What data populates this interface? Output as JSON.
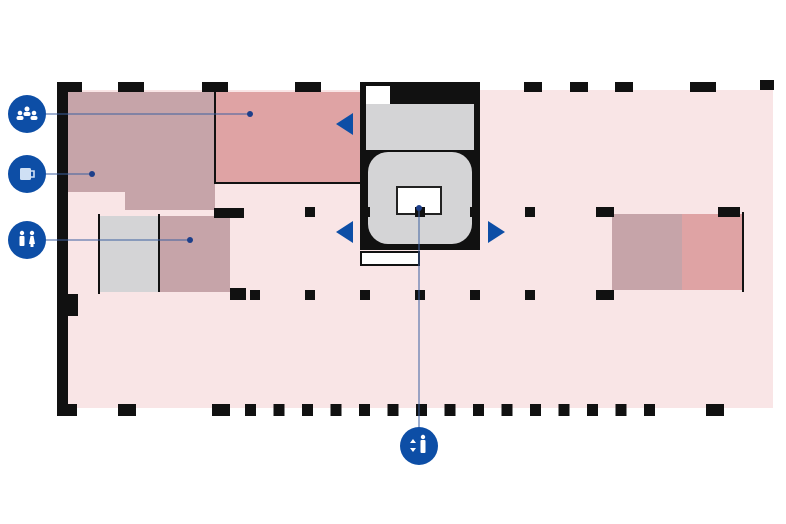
{
  "colors": {
    "accent": "#0d4ea6",
    "floor": "#f9e5e6",
    "meeting_room": "#c6a4a9",
    "office_room": "#dfa3a4",
    "core": "#d4d4d6",
    "wall": "#111111"
  },
  "markers": [
    {
      "icon": "meeting-people-icon",
      "label_target": "meeting-room"
    },
    {
      "icon": "coffee-mug-icon",
      "label_target": "kitchen"
    },
    {
      "icon": "restroom-icon",
      "label_target": "restrooms"
    },
    {
      "icon": "elevator-icon",
      "label_target": "elevator-core"
    }
  ],
  "exits": [
    "arrow-left-icon",
    "arrow-left-icon",
    "arrow-right-icon"
  ]
}
